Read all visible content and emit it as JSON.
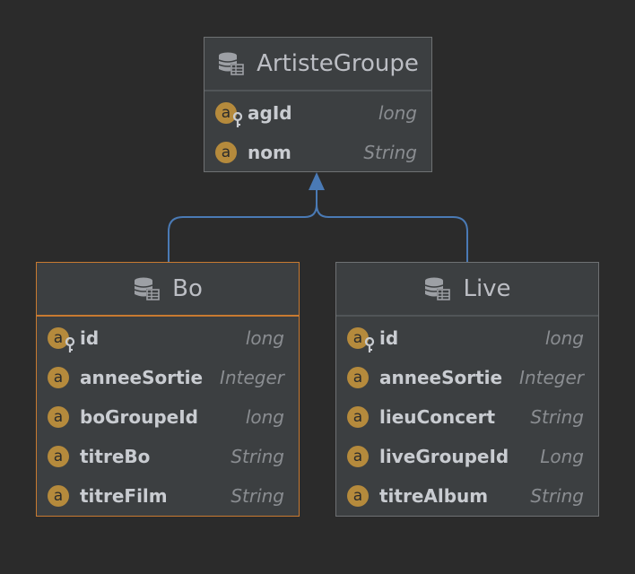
{
  "diagram": {
    "entities": {
      "artiste_groupe": {
        "title": "ArtisteGroupe",
        "icon": "database-table-icon",
        "fields": [
          {
            "name": "agId",
            "type": "long",
            "key": true
          },
          {
            "name": "nom",
            "type": "String",
            "key": false
          }
        ]
      },
      "bo": {
        "title": "Bo",
        "icon": "database-table-icon",
        "selected": true,
        "fields": [
          {
            "name": "id",
            "type": "long",
            "key": true
          },
          {
            "name": "anneeSortie",
            "type": "Integer",
            "key": false
          },
          {
            "name": "boGroupeId",
            "type": "long",
            "key": false
          },
          {
            "name": "titreBo",
            "type": "String",
            "key": false
          },
          {
            "name": "titreFilm",
            "type": "String",
            "key": false
          }
        ]
      },
      "live": {
        "title": "Live",
        "icon": "database-table-icon",
        "fields": [
          {
            "name": "id",
            "type": "long",
            "key": true
          },
          {
            "name": "anneeSortie",
            "type": "Integer",
            "key": false
          },
          {
            "name": "lieuConcert",
            "type": "String",
            "key": false
          },
          {
            "name": "liveGroupeId",
            "type": "Long",
            "key": false
          },
          {
            "name": "titreAlbum",
            "type": "String",
            "key": false
          }
        ]
      }
    },
    "field_icon_letter": "a",
    "relations": [
      {
        "from": "Bo",
        "to": "ArtisteGroupe",
        "kind": "inheritance"
      },
      {
        "from": "Live",
        "to": "ArtisteGroupe",
        "kind": "inheritance"
      }
    ],
    "colors": {
      "background": "#2b2b2b",
      "card": "#3c3f41",
      "card_border": "#6f7173",
      "selected_border": "#c87a31",
      "edge": "#4a7ab5",
      "field_icon": "#b58a3c"
    }
  }
}
